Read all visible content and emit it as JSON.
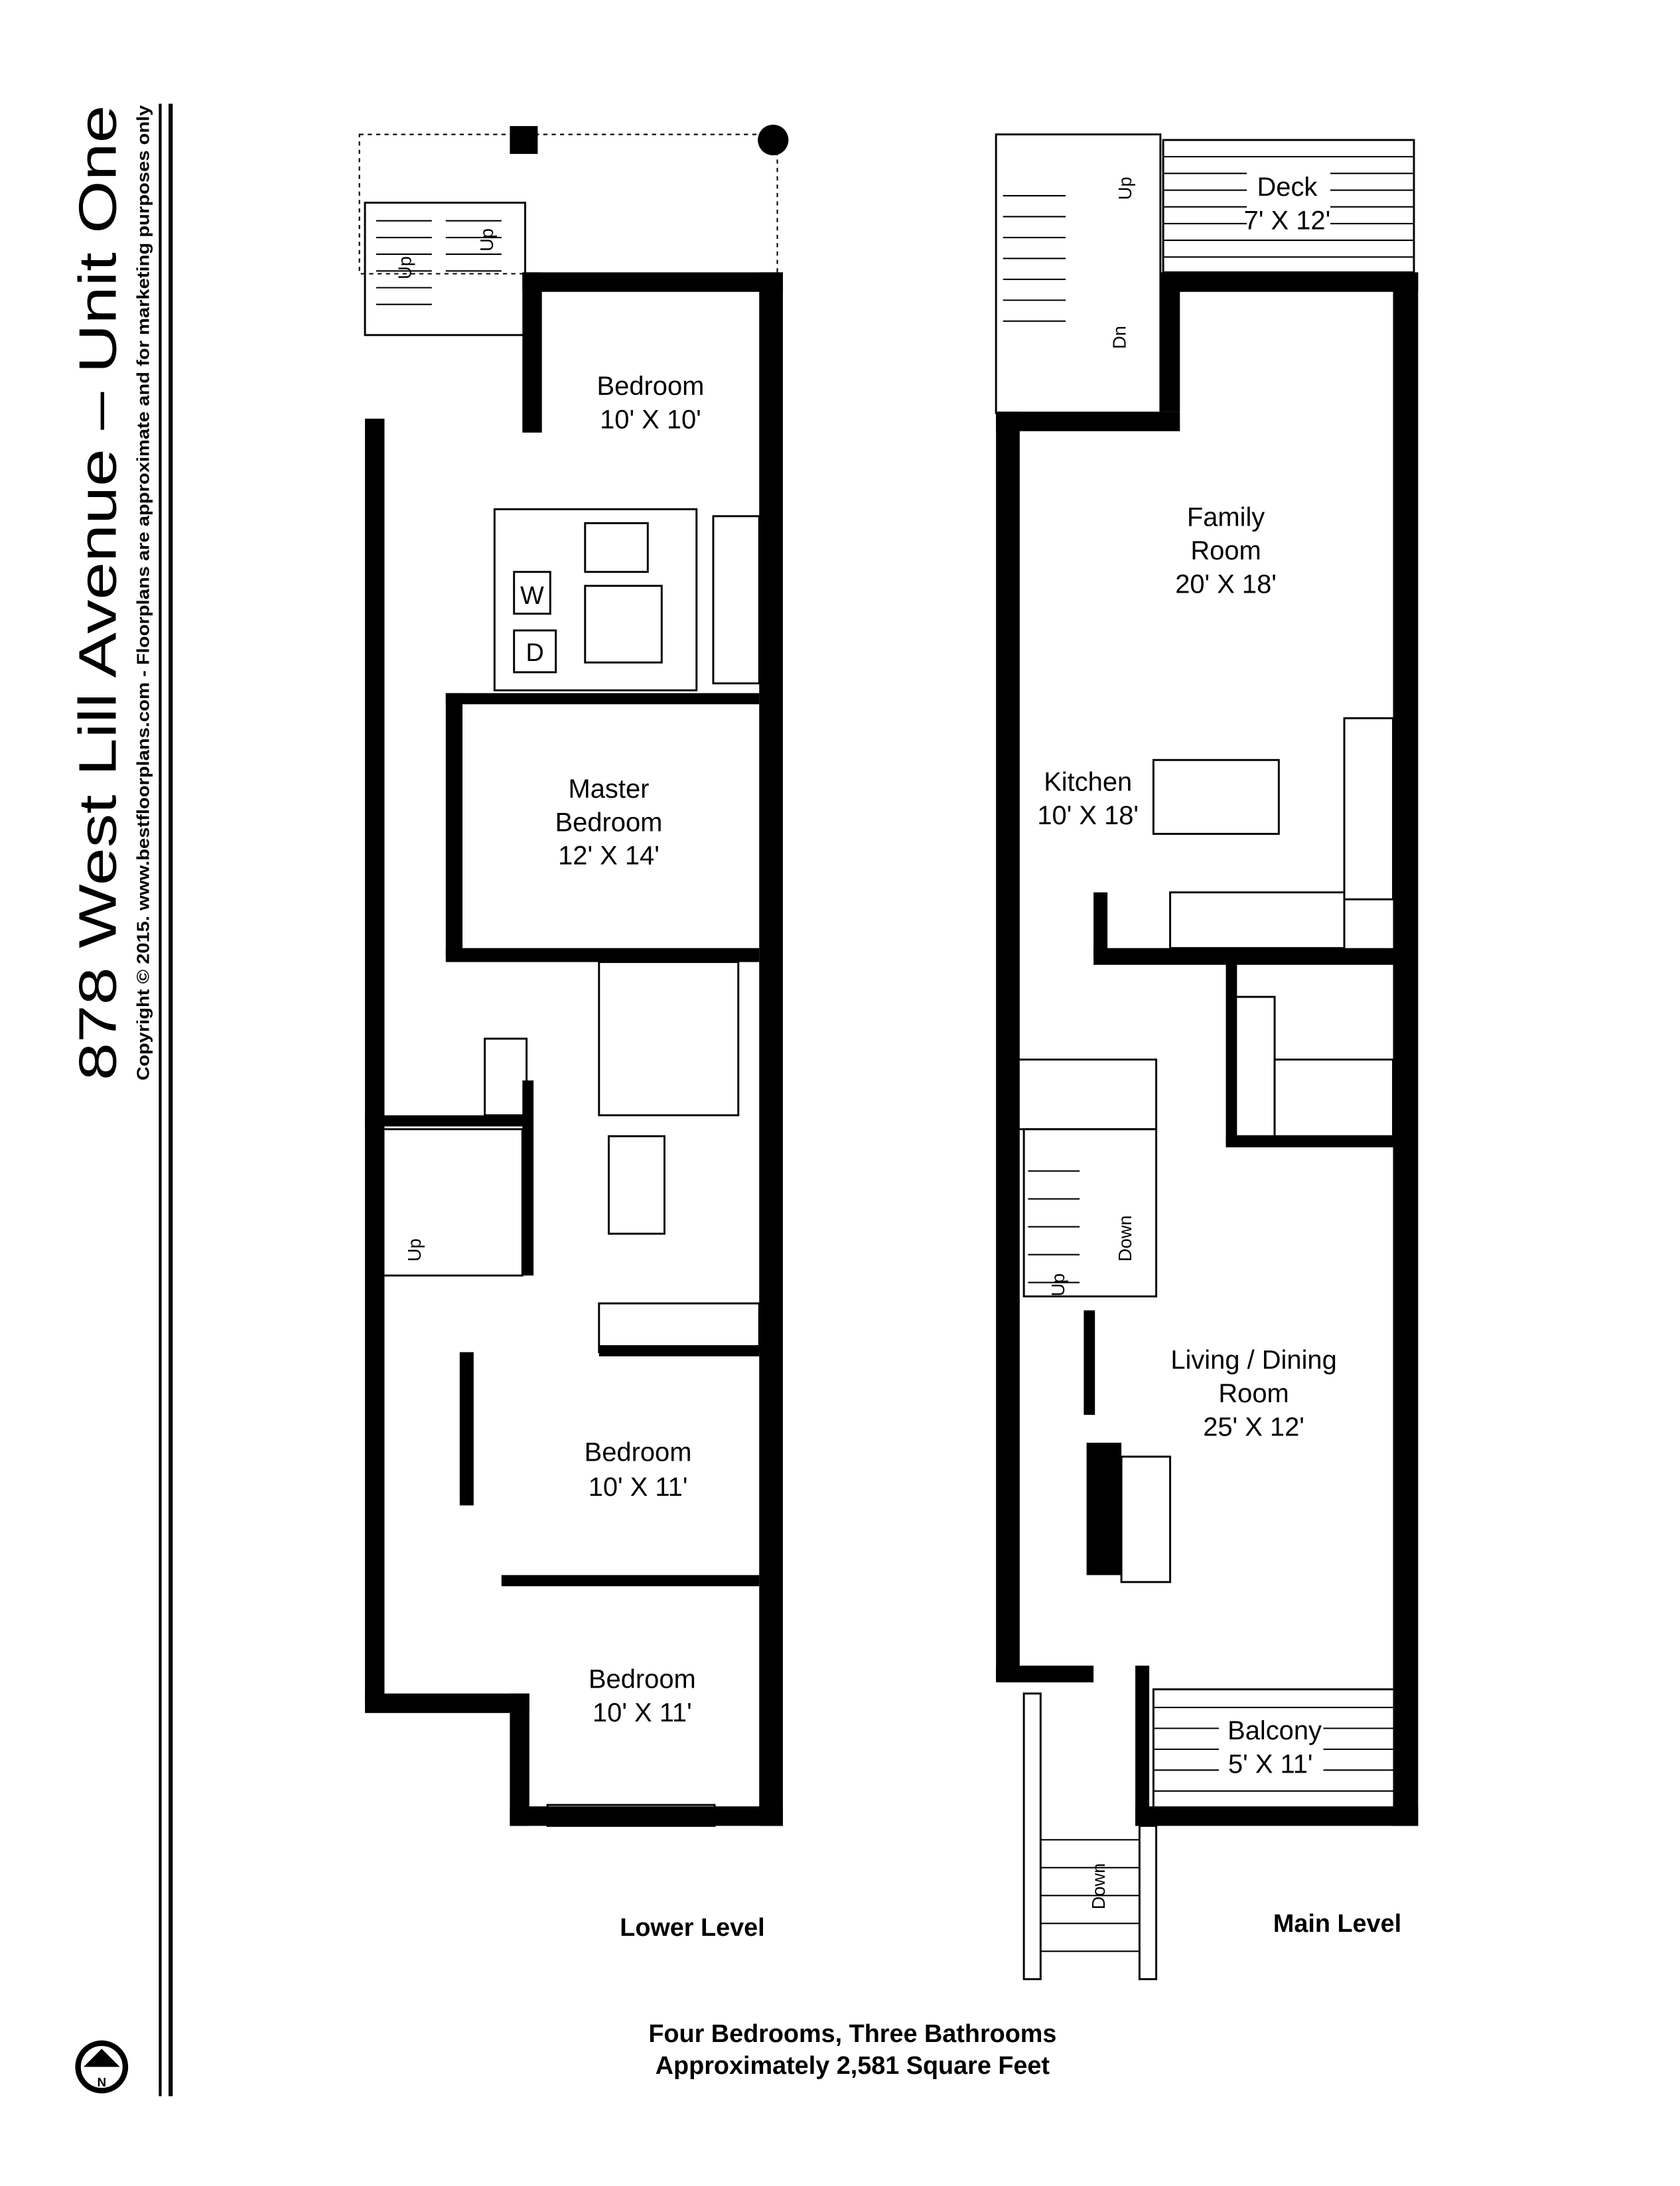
{
  "title": "878 West Lill Avenue – Unit One",
  "copyright": "Copyright © 2015. www.bestfloorplans.com - Floorplans are approximate and for marketing purposes only",
  "lower_level": {
    "label": "Lower Level",
    "rooms": [
      {
        "name": "Bedroom",
        "dims": "10' X 10'"
      },
      {
        "name": "Master Bedroom",
        "line1": "Master",
        "line2": "Bedroom",
        "dims": "12' X 14'"
      },
      {
        "name": "Bedroom",
        "dims": "10' X 11'"
      },
      {
        "name": "Bedroom",
        "dims": "10' X 11'"
      }
    ],
    "appliances": {
      "washer": "W",
      "dryer": "D"
    },
    "stair_labels": [
      "Up",
      "Up",
      "Up"
    ]
  },
  "main_level": {
    "label": "Main Level",
    "rooms": [
      {
        "name": "Deck",
        "dims": "7' X 12'"
      },
      {
        "name": "Family Room",
        "line1": "Family",
        "line2": "Room",
        "dims": "20' X 18'"
      },
      {
        "name": "Kitchen",
        "dims": "10' X 18'"
      },
      {
        "name": "Living / Dining Room",
        "line1": "Living / Dining",
        "line2": "Room",
        "dims": "25' X 12'"
      },
      {
        "name": "Balcony",
        "dims": "5' X 11'"
      }
    ],
    "stair_labels": [
      "Up",
      "Dn",
      "Up",
      "Down",
      "Down"
    ]
  },
  "summary": {
    "line1": "Four Bedrooms, Three Bathrooms",
    "line2": "Approximately 2,581 Square Feet"
  },
  "compass": {
    "label": "N"
  }
}
